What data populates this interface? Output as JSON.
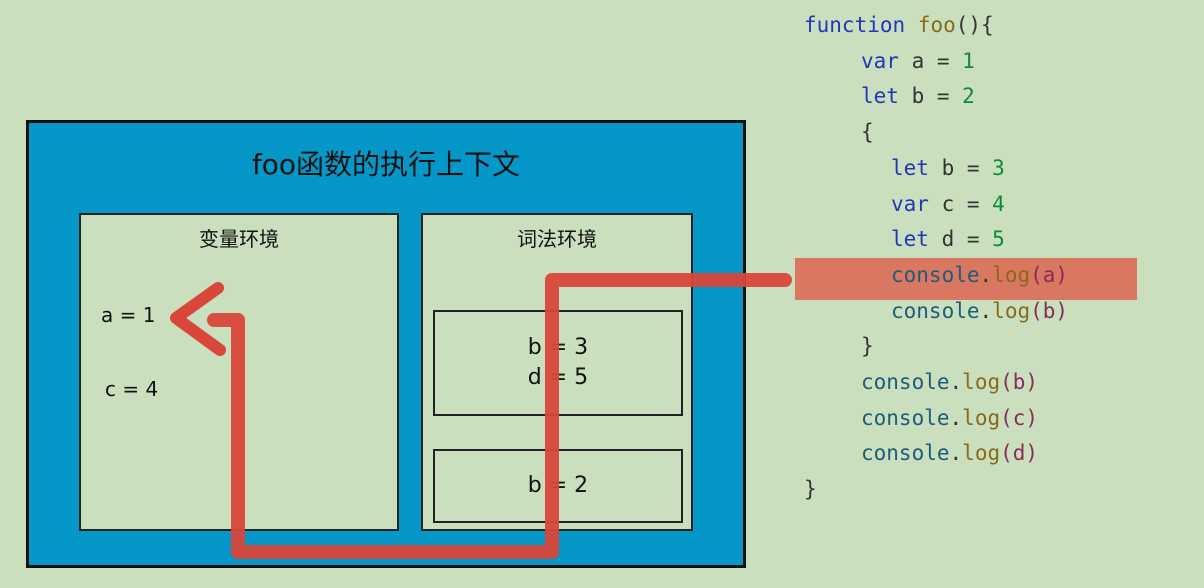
{
  "context": {
    "title": "foo函数的执行上下文",
    "variable_env": {
      "title": "变量环境",
      "entries": [
        "a = 1",
        "c = 4"
      ]
    },
    "lexical_env": {
      "title": "词法环境",
      "inner_block": [
        "b = 3",
        "d = 5"
      ],
      "outer_block": [
        "b = 2"
      ]
    }
  },
  "code": {
    "lines": [
      {
        "indent": 0,
        "tokens": [
          {
            "t": "function",
            "c": "kw"
          },
          {
            "t": " ",
            "c": ""
          },
          {
            "t": "foo",
            "c": "fn"
          },
          {
            "t": "(){",
            "c": ""
          }
        ]
      },
      {
        "indent": 1,
        "tokens": [
          {
            "t": "var",
            "c": "kw"
          },
          {
            "t": " a = ",
            "c": ""
          },
          {
            "t": "1",
            "c": "num"
          }
        ]
      },
      {
        "indent": 1,
        "tokens": [
          {
            "t": "let",
            "c": "kw"
          },
          {
            "t": " b = ",
            "c": ""
          },
          {
            "t": "2",
            "c": "num"
          }
        ]
      },
      {
        "indent": 1,
        "tokens": [
          {
            "t": "{",
            "c": ""
          }
        ]
      },
      {
        "indent": 2,
        "tokens": [
          {
            "t": "let",
            "c": "kw"
          },
          {
            "t": " b = ",
            "c": ""
          },
          {
            "t": "3",
            "c": "num"
          }
        ]
      },
      {
        "indent": 2,
        "tokens": [
          {
            "t": "var",
            "c": "kw"
          },
          {
            "t": " c = ",
            "c": ""
          },
          {
            "t": "4",
            "c": "num"
          }
        ]
      },
      {
        "indent": 2,
        "tokens": [
          {
            "t": "let",
            "c": "kw"
          },
          {
            "t": " d = ",
            "c": ""
          },
          {
            "t": "5",
            "c": "num"
          }
        ]
      },
      {
        "indent": 2,
        "tokens": [
          {
            "t": "console",
            "c": "obj"
          },
          {
            "t": ".",
            "c": ""
          },
          {
            "t": "log",
            "c": "fn"
          },
          {
            "t": "(a)",
            "c": "par"
          }
        ]
      },
      {
        "indent": 2,
        "tokens": [
          {
            "t": "console",
            "c": "obj"
          },
          {
            "t": ".",
            "c": ""
          },
          {
            "t": "log",
            "c": "fn"
          },
          {
            "t": "(b)",
            "c": "par"
          }
        ]
      },
      {
        "indent": 1,
        "tokens": [
          {
            "t": "}",
            "c": ""
          }
        ]
      },
      {
        "indent": 1,
        "tokens": [
          {
            "t": "console",
            "c": "obj"
          },
          {
            "t": ".",
            "c": ""
          },
          {
            "t": "log",
            "c": "fn"
          },
          {
            "t": "(b)",
            "c": "par"
          }
        ]
      },
      {
        "indent": 1,
        "tokens": [
          {
            "t": "console",
            "c": "obj"
          },
          {
            "t": ".",
            "c": ""
          },
          {
            "t": "log",
            "c": "fn"
          },
          {
            "t": "(c)",
            "c": "par"
          }
        ]
      },
      {
        "indent": 1,
        "tokens": [
          {
            "t": "console",
            "c": "obj"
          },
          {
            "t": ".",
            "c": ""
          },
          {
            "t": "log",
            "c": "fn"
          },
          {
            "t": "(d)",
            "c": "par"
          }
        ]
      },
      {
        "indent": 0,
        "tokens": [
          {
            "t": "}",
            "c": ""
          }
        ]
      }
    ],
    "highlighted_line": 7
  },
  "colors": {
    "background": "#c9dfbe",
    "context_fill": "#0597c8",
    "lookup_path": "#d9473a",
    "highlight": "#de5a46"
  }
}
